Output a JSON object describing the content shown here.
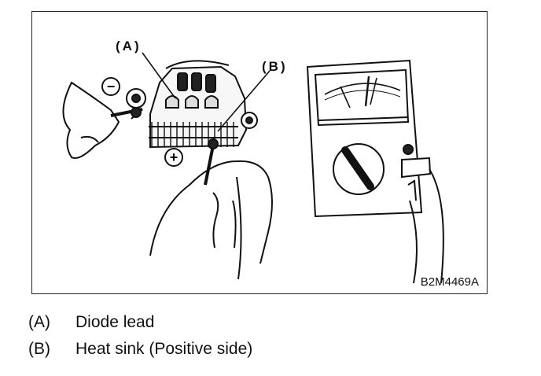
{
  "figure": {
    "code": "B2M4469A",
    "callouts": {
      "a": "(A)",
      "b": "(B)"
    },
    "polarity": {
      "negative": "−",
      "positive": "+"
    }
  },
  "legend": [
    {
      "key": "(A)",
      "text": "Diode lead"
    },
    {
      "key": "(B)",
      "text": "Heat sink (Positive side)"
    }
  ]
}
